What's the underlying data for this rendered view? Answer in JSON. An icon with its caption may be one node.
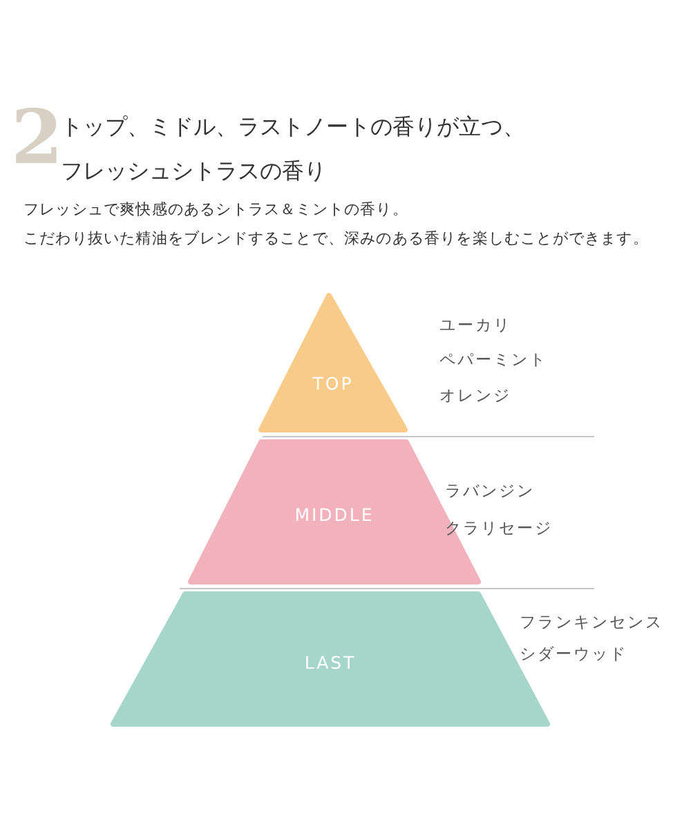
{
  "diagram": {
    "title": "トップ、ミドル、ラストノートの香りが立つ、フレッシュシトラスの香り",
    "nodes": [
      {
        "text": [
          "TOP"
        ],
        "beside": [
          "ユーカリ",
          "ペパーミント",
          "オレンジ"
        ]
      },
      {
        "text": [
          "MIDDLE"
        ],
        "beside": [
          "ラバンジン",
          "クラリセージ"
        ]
      },
      {
        "text": [
          "LAST"
        ],
        "beside": [
          "フランキンセンス",
          "シダーウッド"
        ]
      }
    ],
    "labels": [
      "2",
      "フレッシュで爽快感のあるシトラス＆ミントの香り。",
      "こだわり抜いた精油をブレンドすることで、深みのある香りを楽しむことができます。"
    ]
  }
}
